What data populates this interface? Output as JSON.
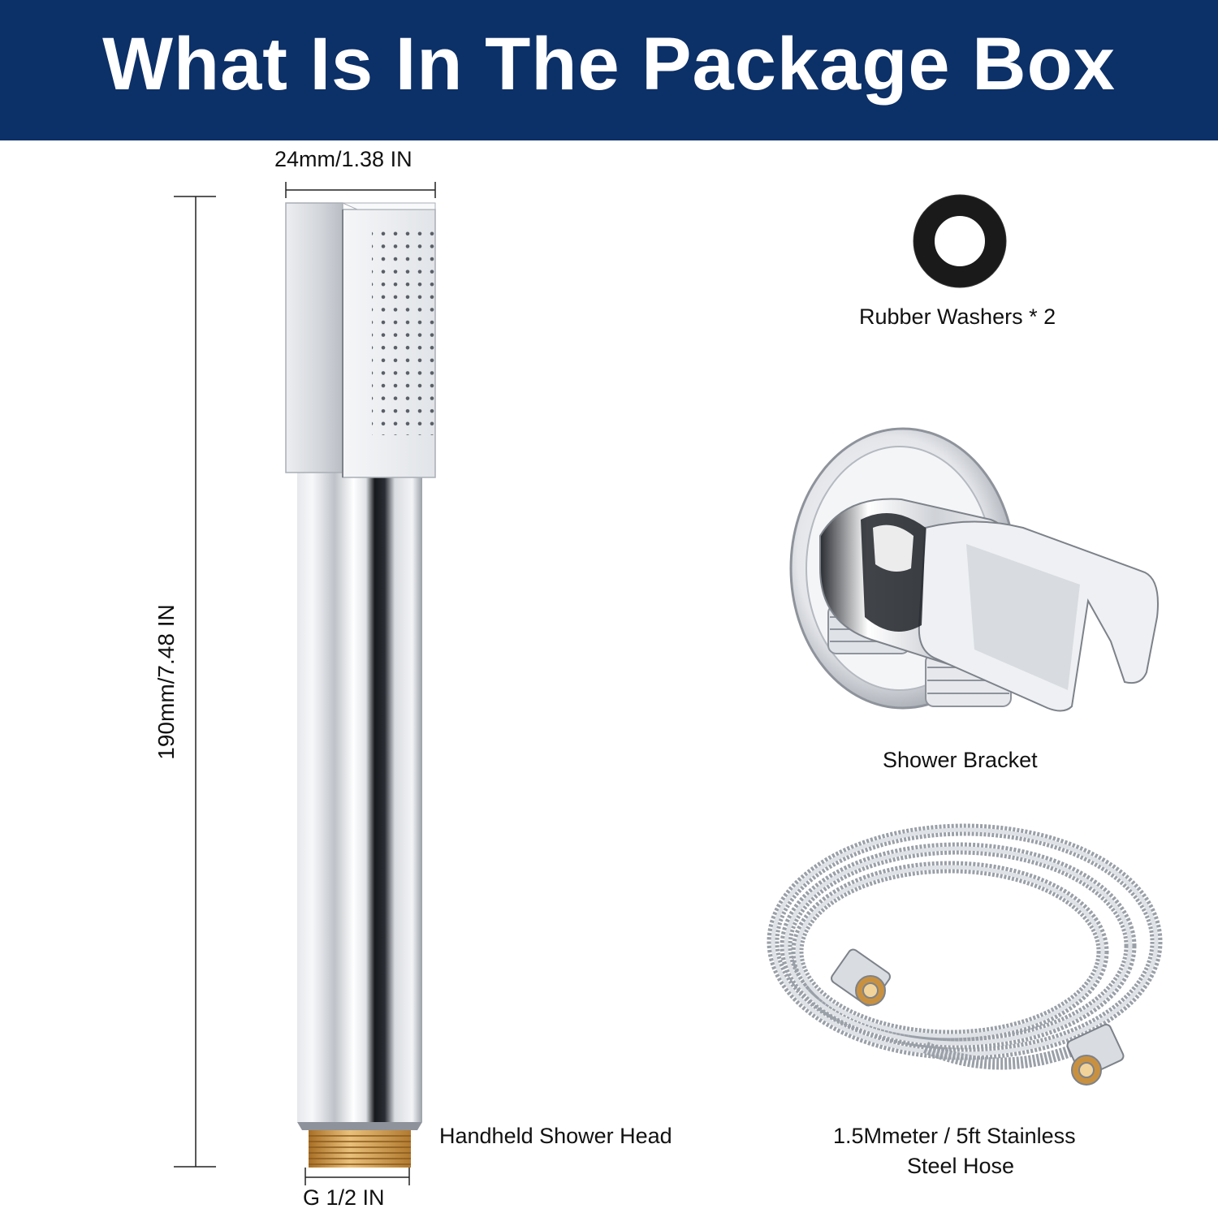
{
  "header": {
    "title": "What Is In The Package Box"
  },
  "dimensions": {
    "width_label": "24mm/1.38 IN",
    "height_label": "190mm/7.48 IN",
    "thread_label": "G 1/2 IN"
  },
  "items": {
    "shower_head": "Handheld Shower Head",
    "washers": "Rubber Washers * 2",
    "bracket": "Shower Bracket",
    "hose_line1": "1.5Mmeter / 5ft Stainless",
    "hose_line2": "Steel Hose"
  },
  "colors": {
    "banner": "#0c3068",
    "chrome": "#c9ccd1",
    "brass": "#c9913f",
    "rubber": "#1a1a1a"
  }
}
